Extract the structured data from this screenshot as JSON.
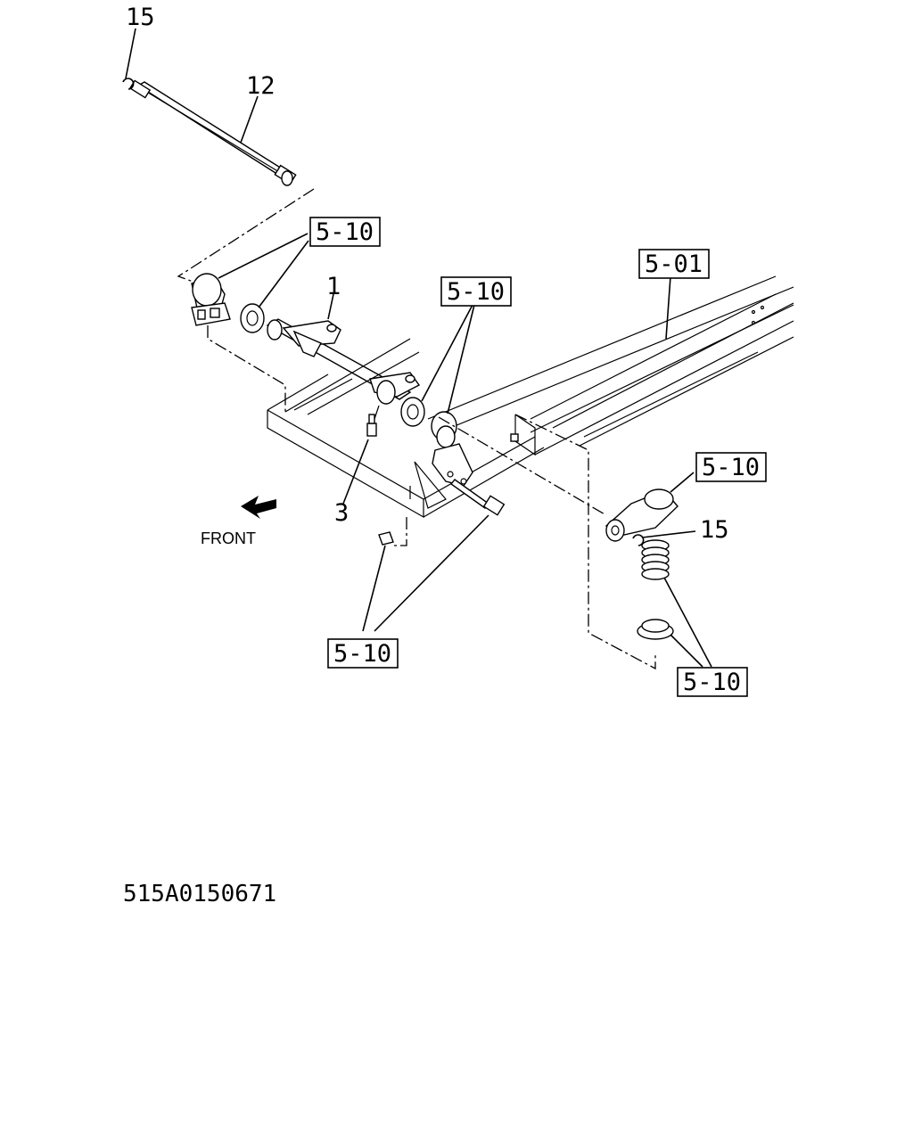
{
  "callouts": {
    "c15_top": "15",
    "c12": "12",
    "c5_10_a": "5-10",
    "c5_01": "5-01",
    "c1": "1",
    "c5_10_b": "5-10",
    "c5_10_c": "5-10",
    "c15_right": "15",
    "c3": "3",
    "c5_10_d": "5-10",
    "c5_10_e": "5-10"
  },
  "front_label": "FRONT",
  "drawing_code": "515A0150671"
}
